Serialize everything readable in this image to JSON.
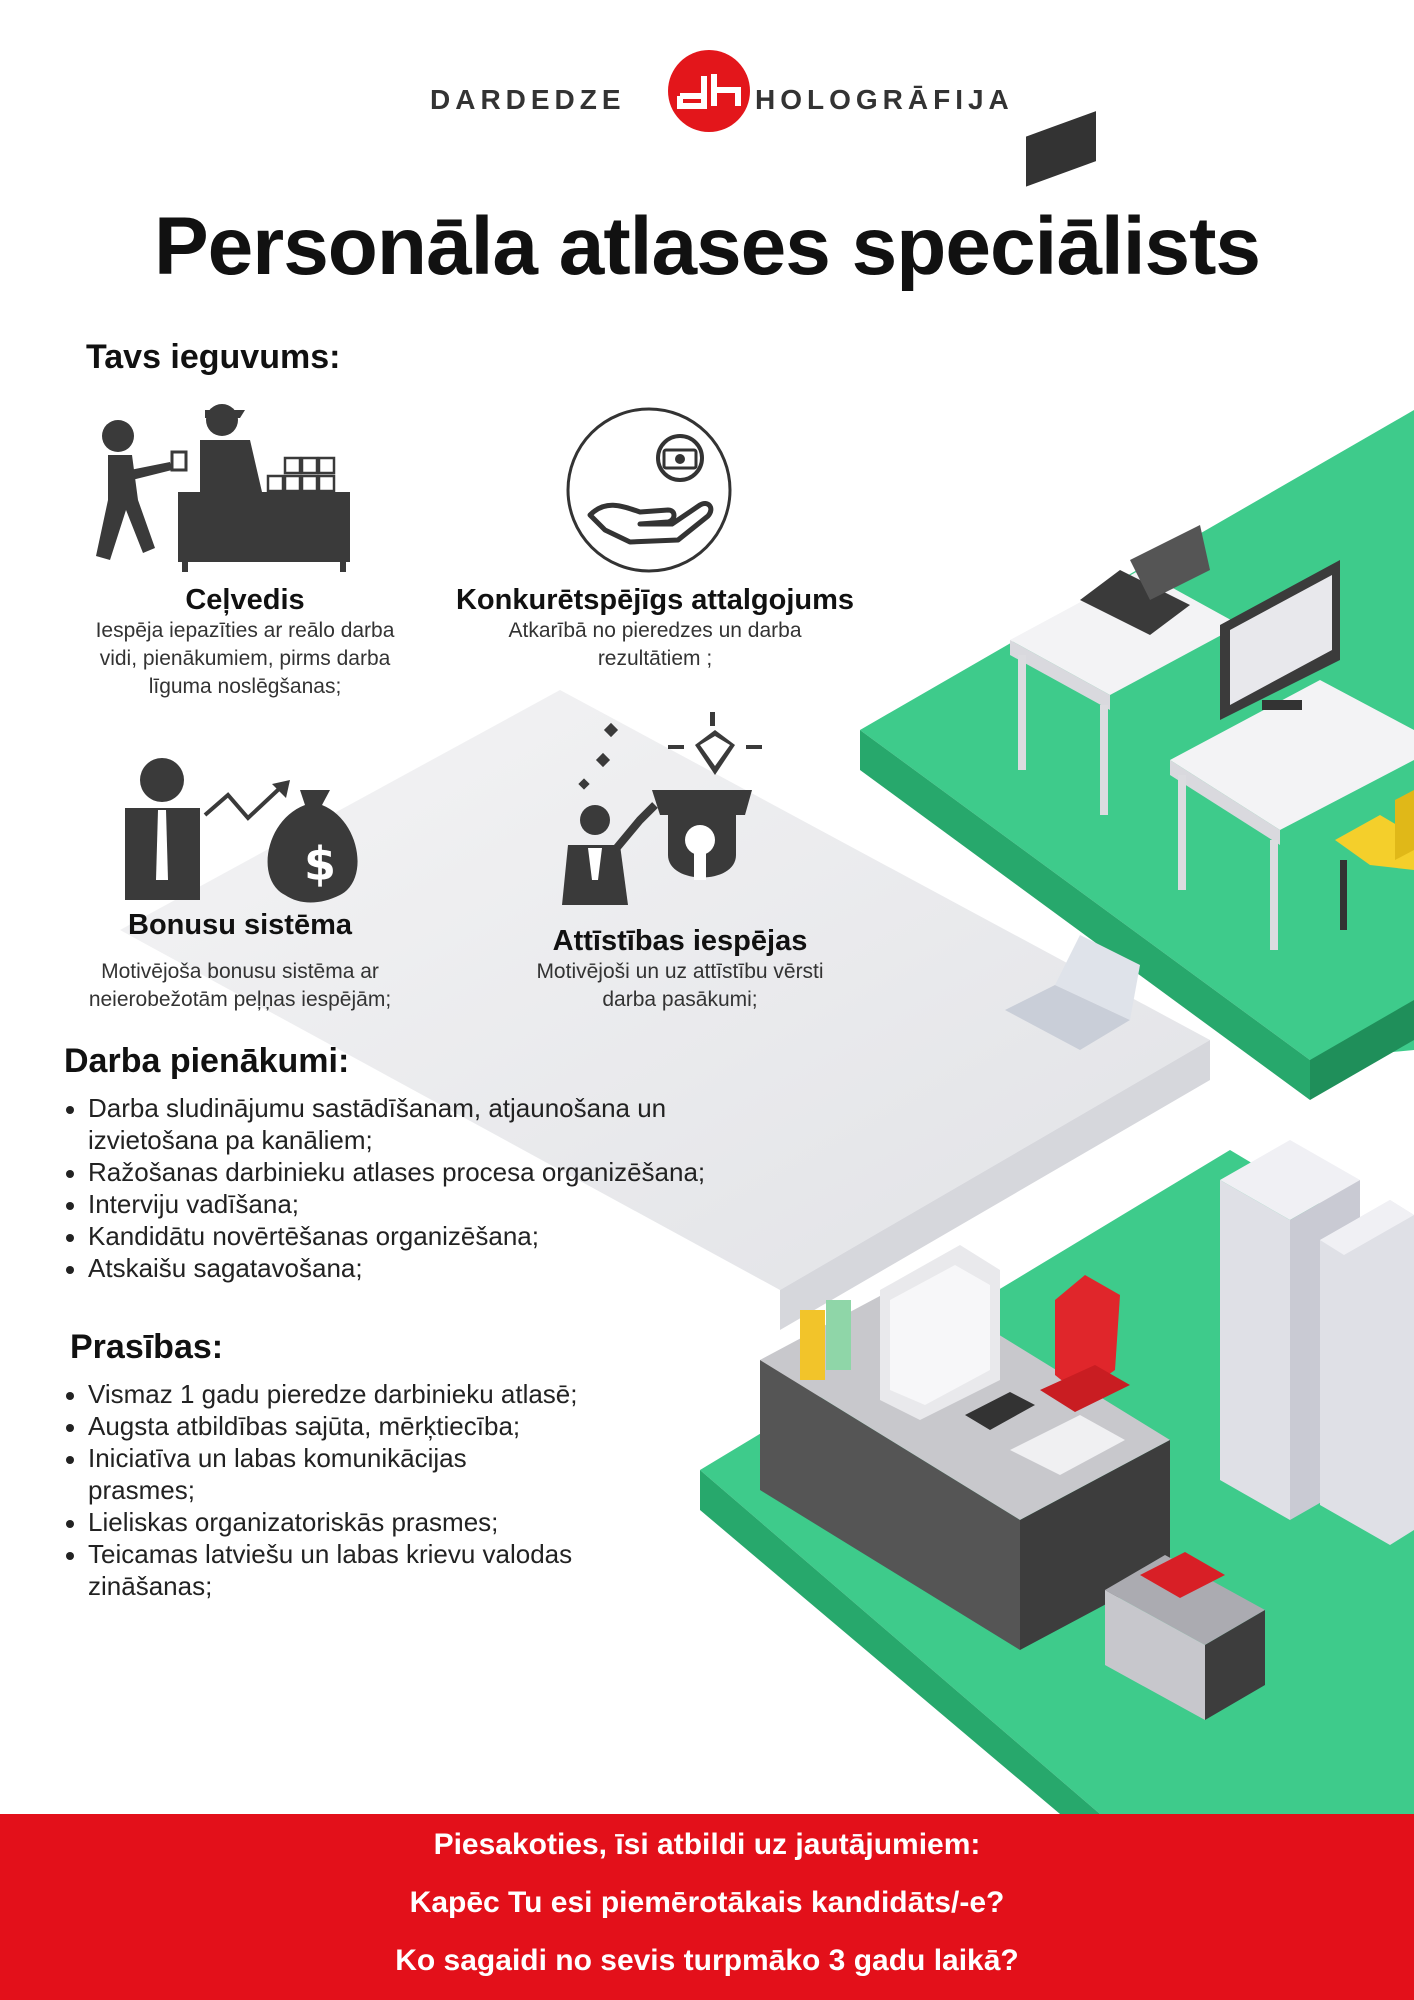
{
  "logo": {
    "left_word": "DARDEDZE",
    "right_word": "HOLOGRĀFIJA",
    "mark": "dh"
  },
  "title": "Personāla atlases speciālists",
  "benefits": {
    "heading": "Tavs ieguvums:",
    "items": [
      {
        "icon": "guide-icon",
        "title": "Ceļvedis",
        "desc": [
          "Iespēja iepazīties ar reālo darba",
          "vidi, pienākumiem, pirms darba",
          "līguma noslēgšanas;"
        ]
      },
      {
        "icon": "salary-hand-icon",
        "title": "Konkurētspējīgs attalgojums",
        "desc": [
          "Atkarībā no pieredzes un darba",
          "rezultātiem ;"
        ]
      },
      {
        "icon": "bonus-bag-icon",
        "title": "Bonusu sistēma",
        "desc": [
          "Motivējoša bonusu sistēma ar",
          "neierobežotām peļņas iespējām;"
        ]
      },
      {
        "icon": "development-diamond-icon",
        "title": "Attīstības iespējas",
        "desc": [
          "Motivējoši un uz attīstību vērsti",
          "darba pasākumi;"
        ]
      }
    ]
  },
  "duties": {
    "heading": "Darba pienākumi:",
    "items": [
      [
        "Darba sludinājumu sastādīšanam, atjaunošana un",
        "izvietošana pa kanāliem;"
      ],
      [
        "Ražošanas darbinieku atlases procesa organizēšana;"
      ],
      [
        "Interviju vadīšana;"
      ],
      [
        "Kandidātu novērtēšanas organizēšana;"
      ],
      [
        "Atskaišu sagatavošana;"
      ]
    ]
  },
  "requirements": {
    "heading": "Prasības:",
    "items": [
      [
        "Vismaz 1 gadu pieredze darbinieku atlasē;"
      ],
      [
        "Augsta atbildības sajūta, mērķtiecība;"
      ],
      [
        "Iniciatīva un labas komunikācijas",
        "prasmes;"
      ],
      [
        "Lieliskas organizatoriskās prasmes;"
      ],
      [
        "Teicamas latviešu un labas krievu valodas",
        "zināšanas;"
      ]
    ]
  },
  "footer": {
    "lines": [
      "Piesakoties, īsi atbildi uz jautājumiem:",
      "Kapēc Tu esi piemērotākais kandidāts/-e?",
      "Ko sagaidi no sevis turpmāko 3 gadu laikā?"
    ]
  },
  "colors": {
    "brand_red": "#e3161b",
    "floor_green": "#3cc98a",
    "icon_dark": "#3a3a3a",
    "footer_red": "#e3101a"
  }
}
